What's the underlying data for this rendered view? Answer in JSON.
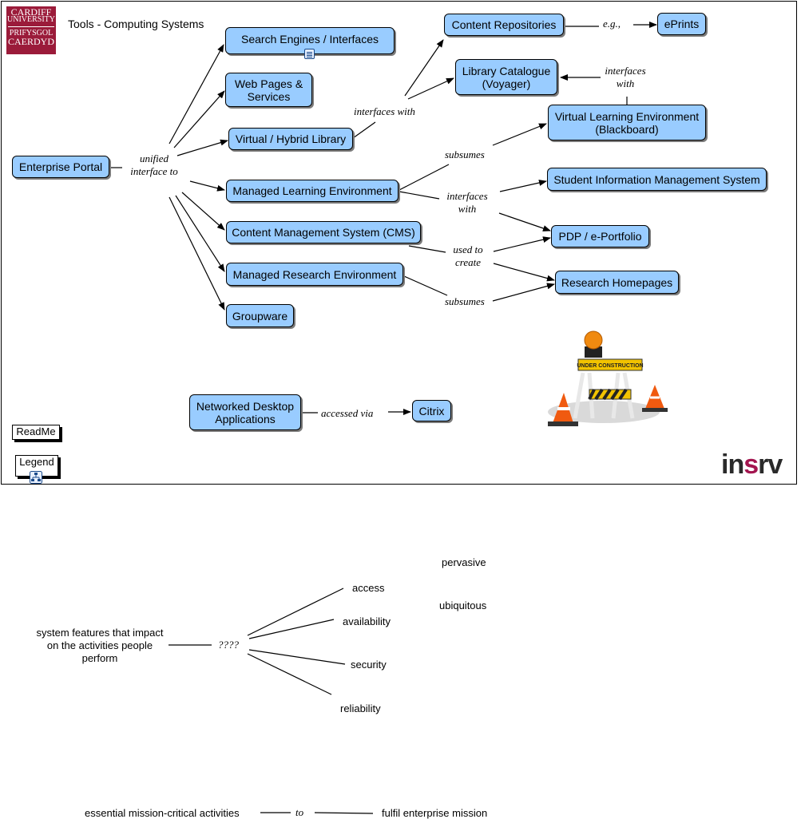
{
  "header": {
    "title": "Tools - Computing Systems",
    "logo_left_line1": "CARDIFF",
    "logo_left_line2": "UNIVERSITY",
    "logo_left_line3": "PRIFYSGOL",
    "logo_left_line4": "CAERDYD",
    "logo_right": "insrv",
    "logo_right_accent_color": "#a3154f"
  },
  "nodes": {
    "enterprise_portal": "Enterprise Portal",
    "search_engines": "Search Engines / Interfaces",
    "web_pages": "Web Pages & Services",
    "virtual_library": "Virtual / Hybrid Library",
    "mle": "Managed Learning Environment",
    "cms": "Content Management System (CMS)",
    "mre": "Managed Research Environment",
    "groupware": "Groupware",
    "content_repos": "Content Repositories",
    "eprints": "ePrints",
    "library_catalogue": "Library Catalogue (Voyager)",
    "vle": "Virtual Learning Environment (Blackboard)",
    "sims": "Student Information Management System",
    "pdp": "PDP / e-Portfolio",
    "research_homepages": "Research Homepages",
    "networked_desktop": "Networked Desktop Applications",
    "citrix": "Citrix"
  },
  "labels": {
    "unified_interface": "unified interface to",
    "interfaces_with_1": "interfaces with",
    "eg": "e.g.,",
    "interfaces_with_2": "interfaces with",
    "subsumes_1": "subsumes",
    "interfaces_with_3": "interfaces with",
    "used_to_create": "used to create",
    "subsumes_2": "subsumes",
    "accessed_via": "accessed via"
  },
  "buttons": {
    "readme": "ReadMe",
    "legend": "Legend"
  },
  "lower": {
    "pervasive": "pervasive",
    "ubiquitous": "ubiquitous",
    "access": "access",
    "availability": "availability",
    "security": "security",
    "reliability": "reliability",
    "system_features": "system features that impact on the activities people perform",
    "unknown": "????",
    "essential": "essential mission-critical activities",
    "to": "to",
    "fulfil": "fulfil enterprise mission"
  },
  "colors": {
    "node_fill": "#99ccff",
    "cardiff_red": "#9b1b3a"
  },
  "icons": {
    "search_engines": "document-icon",
    "legend": "legend-map-icon",
    "construction": "under-construction-barrier-icon"
  },
  "construction_sign": "UNDER CONSTRUCTION"
}
